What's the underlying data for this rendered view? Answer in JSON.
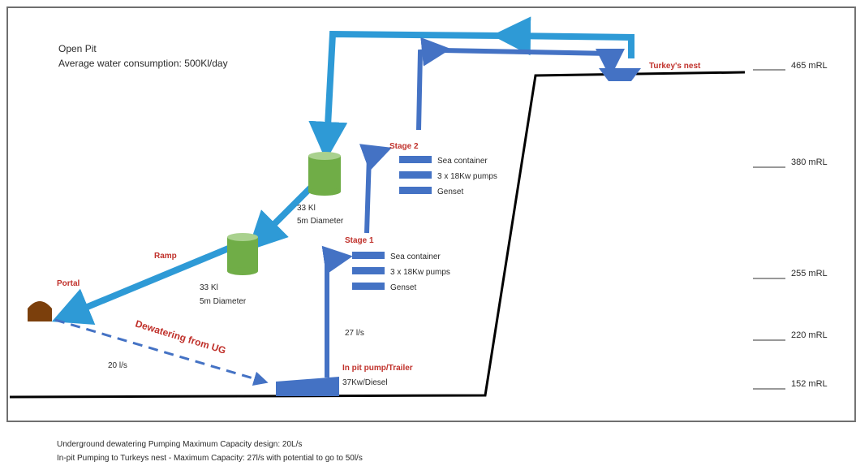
{
  "header": {
    "title": "Open Pit",
    "subtitle": "Average water consumption: 500Kl/day"
  },
  "levels": {
    "l465": "465 mRL",
    "l380": "380 mRL",
    "l255": "255 mRL",
    "l220": "220 mRL",
    "l152": "152 mRL"
  },
  "labels": {
    "turkeys_nest": "Turkey's nest",
    "stage2": "Stage 2",
    "stage1": "Stage 1",
    "ramp": "Ramp",
    "portal": "Portal",
    "dewatering": "Dewatering from UG",
    "inpit_pump": "In pit pump/Trailer",
    "inpit_pump_spec": "37Kw/Diesel",
    "flow_27": "27 l/s",
    "flow_20": "20 l/s"
  },
  "stage2_items": [
    "Sea container",
    "3 x 18Kw pumps",
    "Genset"
  ],
  "stage1_items": [
    "Sea container",
    "3 x 18Kw pumps",
    "Genset"
  ],
  "tank_upper": {
    "capacity": "33 Kl",
    "diameter": "5m Diameter"
  },
  "tank_lower": {
    "capacity": "33 Kl",
    "diameter": "5m Diameter"
  },
  "footer": {
    "line1": "Underground dewatering Pumping Maximum Capacity design: 20L/s",
    "line2": "In-pit Pumping to Turkeys nest - Maximum Capacity: 27l/s with potential to go to 50l/s"
  },
  "colors": {
    "light_pipe": "#2e9ad6",
    "dark_pipe": "#4472c4",
    "tank_green": "#70ad47",
    "label_red": "#c0312b",
    "portal_brown": "#7b3f0c"
  }
}
